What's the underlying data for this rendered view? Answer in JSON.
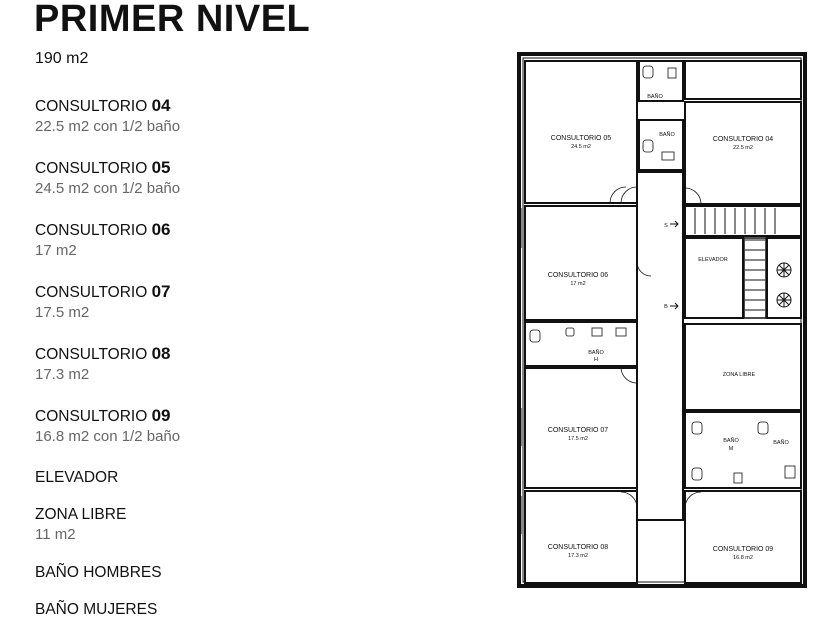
{
  "header": {
    "title": "PRIMER NIVEL",
    "total_area": "190 m2"
  },
  "legend": [
    {
      "name": "CONSULTORIO",
      "number": "04",
      "desc": "22.5 m2 con 1/2 baño"
    },
    {
      "name": "CONSULTORIO",
      "number": "05",
      "desc": "24.5 m2 con 1/2 baño"
    },
    {
      "name": "CONSULTORIO",
      "number": "06",
      "desc": "17 m2"
    },
    {
      "name": "CONSULTORIO",
      "number": "07",
      "desc": "17.5 m2"
    },
    {
      "name": "CONSULTORIO",
      "number": "08",
      "desc": "17.3 m2"
    },
    {
      "name": "CONSULTORIO",
      "number": "09",
      "desc": "16.8 m2 con 1/2 baño"
    },
    {
      "name": "ELEVADOR"
    },
    {
      "name": "ZONA LIBRE",
      "desc": "11 m2"
    },
    {
      "name": "BAÑO HOMBRES"
    },
    {
      "name": "BAÑO MUJERES"
    }
  ],
  "plan": {
    "c05": {
      "name": "CONSULTORIO 05",
      "area": "24.5 m2"
    },
    "c04": {
      "name": "CONSULTORIO 04",
      "area": "22.5 m2"
    },
    "c06": {
      "name": "CONSULTORIO 06",
      "area": "17 m2"
    },
    "c07": {
      "name": "CONSULTORIO 07",
      "area": "17.5 m2"
    },
    "c08": {
      "name": "CONSULTORIO 08",
      "area": "17.3 m2"
    },
    "c09": {
      "name": "CONSULTORIO 09",
      "area": "16.8 m2"
    },
    "bano_top1": "BAÑO",
    "bano_top2": "BAÑO",
    "bano_h": "BAÑO",
    "bano_h_sub": "H",
    "bano_m": "BAÑO",
    "bano_m_sub": "M",
    "bano_right": "BAÑO",
    "elevador": "ELEVADOR",
    "zona_libre": "ZONA LIBRE",
    "stair_s": "S",
    "stair_b": "B"
  }
}
